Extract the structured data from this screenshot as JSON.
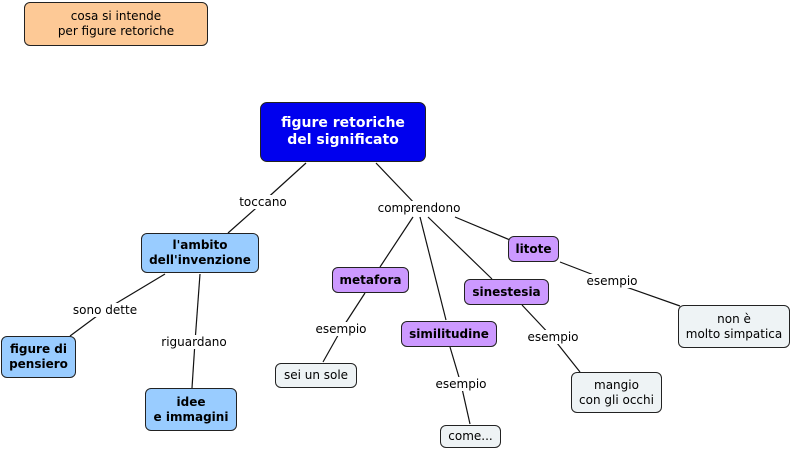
{
  "nodes": {
    "intro": "cosa si intende\nper figure retoriche",
    "root": "figure retoriche\ndel significato",
    "ambito": "l'ambito\ndell'invenzione",
    "pensiero": "figure di\npensiero",
    "idee": "idee\ne immagini",
    "metafora": "metafora",
    "sole": "sei un sole",
    "similitudine": "similitudine",
    "come": "come...",
    "sinestesia": "sinestesia",
    "mangio": "mangio\ncon gli occhi",
    "litote": "litote",
    "simpatica": "non è\nmolto simpatica"
  },
  "labels": {
    "toccano": "toccano",
    "comprendono": "comprendono",
    "sono_dette": "sono dette",
    "riguardano": "riguardano",
    "esempio_metafora": "esempio",
    "esempio_similitudine": "esempio",
    "esempio_sinestesia": "esempio",
    "esempio_litote": "esempio"
  },
  "colors": {
    "root_fill": "#0000ee",
    "intro_fill": "#fdc996",
    "concept_blue": "#99ccff",
    "concept_purple": "#cc99ff",
    "example_fill": "#eef3f5"
  }
}
